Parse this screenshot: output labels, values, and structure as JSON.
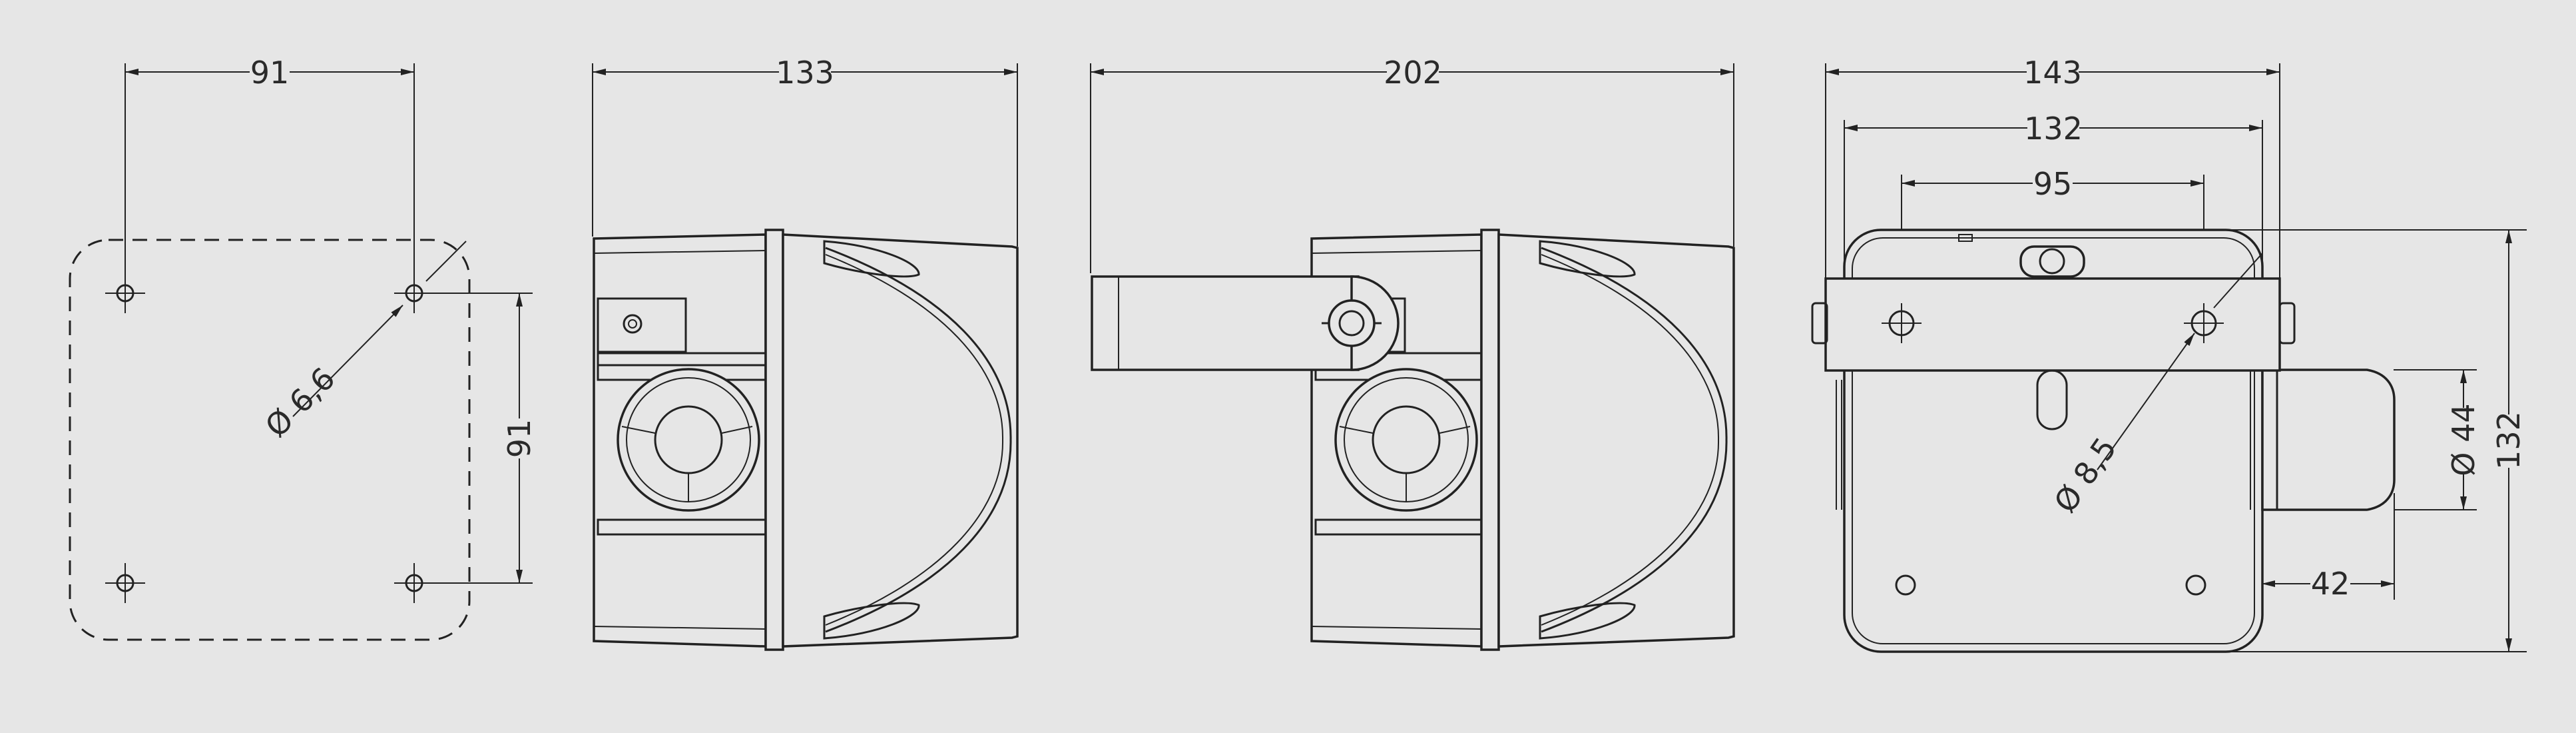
{
  "drawing": {
    "background": "#e6e6e6",
    "line_color": "#222222"
  },
  "dimensions": {
    "pattern_width": "91",
    "pattern_height": "91",
    "hole_diameter_small": "Ø 6,6",
    "side_depth": "133",
    "bracket_depth": "202",
    "front_outer_width": "143",
    "front_inner_width": "132",
    "front_hole_spacing": "95",
    "hole_diameter_large": "Ø 8,5",
    "front_height": "132",
    "cable_gland_diameter": "Ø 44",
    "cable_gland_depth": "42"
  }
}
